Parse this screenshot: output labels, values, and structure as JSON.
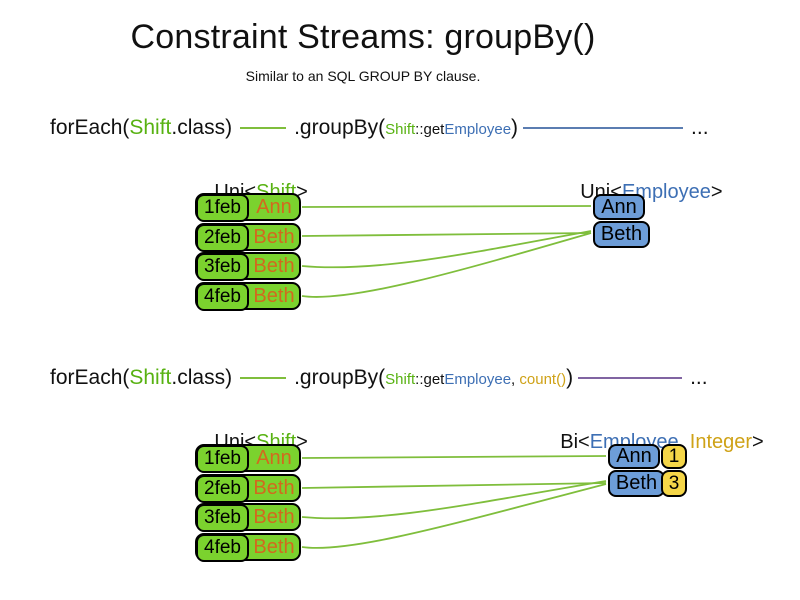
{
  "slide": {
    "title": "Constraint Streams: groupBy()",
    "subtitle": "Similar to an SQL GROUP BY clause."
  },
  "colors": {
    "green_text": "#58B212",
    "blue_text": "#3D6FB4",
    "gold_text": "#CFA217",
    "orange_text": "#D2691E",
    "green_box": "#7BD22E",
    "blue_box": "#6D9DD8",
    "yellow_box": "#F5D648",
    "line_green": "#7FBE3C",
    "line_blue": "#5B7DB1",
    "line_purple": "#8064A2"
  },
  "section1": {
    "code": {
      "foreach_open": "forEach(",
      "foreach_arg": "Shift",
      "foreach_close": ".class)",
      "groupby_open": ".groupBy(",
      "arg_class": "Shift",
      "arg_method": "::get",
      "arg_type": "Employee",
      "groupby_close": ")",
      "ellipsis": "..."
    },
    "source_label": {
      "open": "Uni<",
      "type": "Shift",
      "close": ">"
    },
    "result_label": {
      "open": "Uni<",
      "type": "Employee",
      "close": ">"
    },
    "shifts": [
      {
        "date": "1feb",
        "employee": "Ann"
      },
      {
        "date": "2feb",
        "employee": "Beth"
      },
      {
        "date": "3feb",
        "employee": "Beth"
      },
      {
        "date": "4feb",
        "employee": "Beth"
      }
    ],
    "groups": [
      {
        "employee": "Ann"
      },
      {
        "employee": "Beth"
      }
    ]
  },
  "section2": {
    "code": {
      "foreach_open": "forEach(",
      "foreach_arg": "Shift",
      "foreach_close": ".class)",
      "groupby_open": ".groupBy(",
      "arg_class": "Shift",
      "arg_method": "::get",
      "arg_type": "Employee",
      "arg_sep": ", ",
      "arg_collector": "count()",
      "groupby_close": ")",
      "ellipsis": "..."
    },
    "source_label": {
      "open": "Uni<",
      "type": "Shift",
      "close": ">"
    },
    "result_label": {
      "open": "Bi<",
      "type1": "Employee",
      "sep": ", ",
      "type2": "Integer",
      "close": ">"
    },
    "shifts": [
      {
        "date": "1feb",
        "employee": "Ann"
      },
      {
        "date": "2feb",
        "employee": "Beth"
      },
      {
        "date": "3feb",
        "employee": "Beth"
      },
      {
        "date": "4feb",
        "employee": "Beth"
      }
    ],
    "groups": [
      {
        "employee": "Ann",
        "count": "1"
      },
      {
        "employee": "Beth",
        "count": "3"
      }
    ]
  }
}
